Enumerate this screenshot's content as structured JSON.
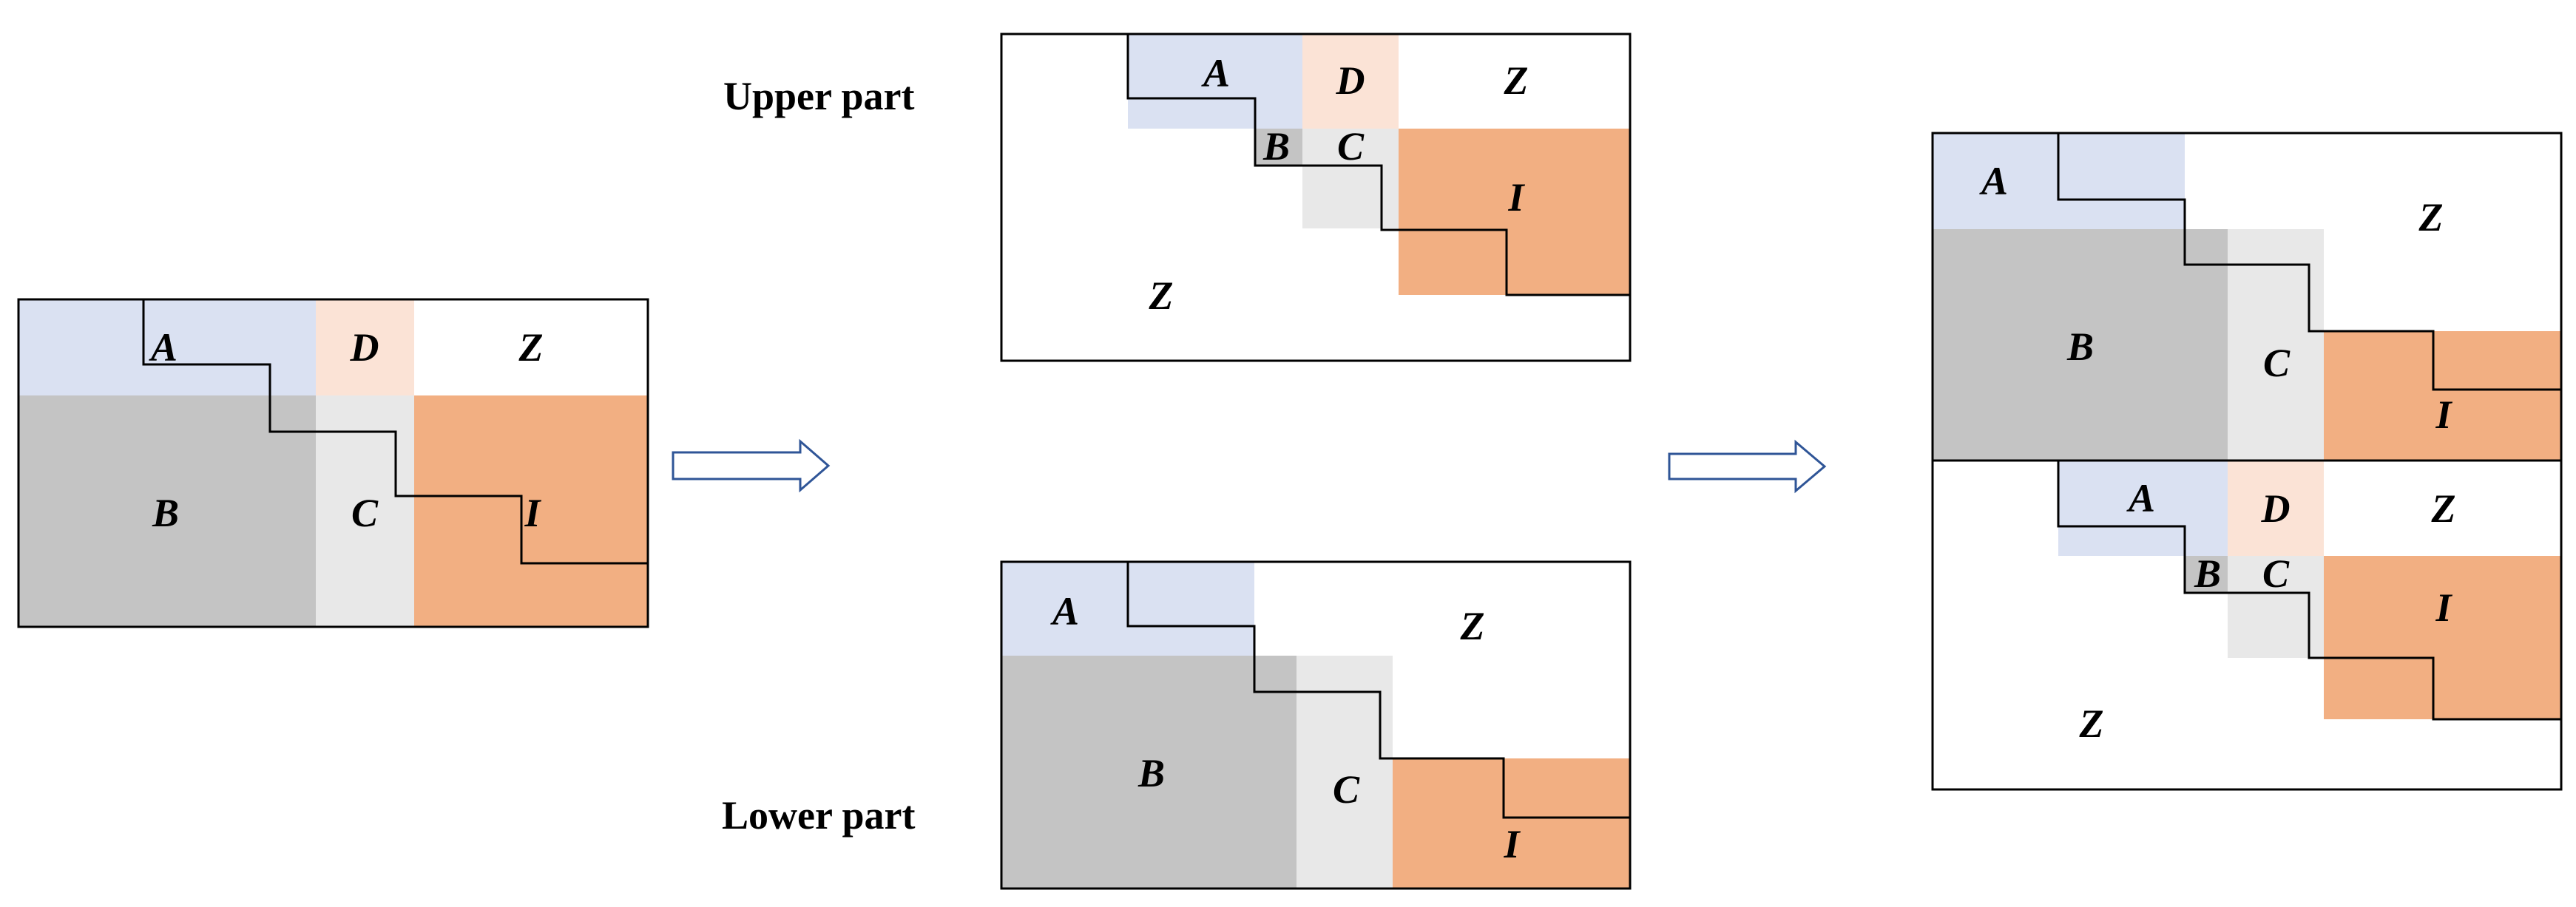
{
  "colors": {
    "A": "#dae1f2",
    "B": "#c4c4c4",
    "C": "#e8e8e8",
    "D": "#fbe3d6",
    "I": "#f2af82",
    "Z": "#ffffff",
    "arrow_outline": "#2f5597"
  },
  "captions": {
    "upper": "Upper part",
    "lower": "Lower part"
  },
  "matrices": {
    "full": {
      "A": "A",
      "B": "B",
      "C": "C",
      "D": "D",
      "I": "I",
      "Z": "Z"
    },
    "upper": {
      "A": "A",
      "B": "B",
      "C": "C",
      "D": "D",
      "I": "I",
      "Z_top": "Z",
      "Z_bottom": "Z"
    },
    "lower": {
      "A": "A",
      "B": "B",
      "C": "C",
      "I": "I",
      "Z": "Z"
    },
    "result_top": {
      "A": "A",
      "B": "B",
      "C": "C",
      "I": "I",
      "Z": "Z"
    },
    "result_bottom": {
      "A": "A",
      "B": "B",
      "C": "C",
      "D": "D",
      "I": "I",
      "Z_top": "Z",
      "Z_bottom": "Z"
    }
  }
}
